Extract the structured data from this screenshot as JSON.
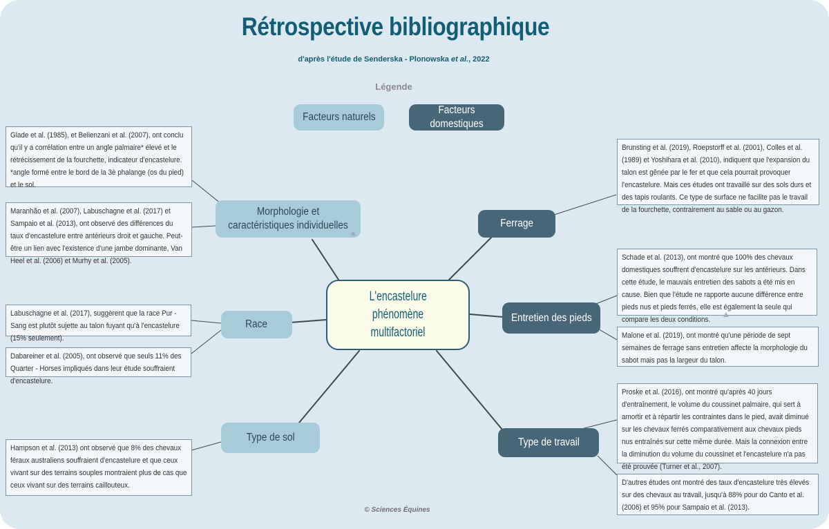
{
  "title": "Rétrospective bibliographique",
  "subtitle": "d'après l'étude de Senderska - Plonowska et al., 2022",
  "legend": {
    "title": "Légende",
    "natural": "Facteurs naturels",
    "domestic": "Facteurs domestiques"
  },
  "center": {
    "line1": "L'encastelure",
    "line2": "phénomène multifactoriel"
  },
  "branches": {
    "morphologie": "Morphologie et caractéristiques individuelles",
    "race": "Race",
    "sol": "Type de sol",
    "ferrage": "Ferrage",
    "entretien": "Entretien des pieds",
    "travail": "Type de travail"
  },
  "notes": {
    "glade": "Glade et al. (1985), et Belienzani et al. (2007), ont conclu qu'il y a corrélation entre un angle palmaire* élevé et le rétrécissement de la fourchette, indicateur d'encastelure. *angle formé entre le bord de la 3è phalange (os du pied) et le sol.",
    "maranhao": "Maranhão et al. (2007), Labuschagne et al. (2017) et Sampaio et al. (2013), ont observé des différences du taux d'encastelure entre antérieurs droit et gauche. Peut-être un lien avec l'existence d'une jambe dominante, Van Heel et al. (2006) et Murhy et al. (2005).",
    "labuschagne": "Labuschagne et al. (2017), suggèrent que la race Pur - Sang est plutôt sujette au talon fuyant qu'à l'encastelure (15% seulement).",
    "dabareiner": "Dabareiner et al. (2005), ont observé que seuls 11% des Quarter - Horses impliqués dans leur étude souffraient d'encastelure.",
    "hampson": "Hampson et al. (2013) ont observé que 8% des chevaux féraux australiens souffraient d'encastelure et que ceux vivant sur des terrains souples montraient plus de cas que ceux vivant sur des terrains caillouteux.",
    "brunsting": "Brunsting et al. (2019), Roepstorff et al. (2001), Colles et al. (1989) et Yoshihara et al. (2010), indiquent que l'expansion du talon est gênée par le fer et que cela pourrait provoquer l'encastelure. Mais ces études ont travaillé sur des sols durs et des tapis roulants. Ce type de surface ne facilite pas le travail de la fourchette, contrairement au sable ou au gazon.",
    "schade": "Schade et al. (2013), ont montré que 100% des chevaux domestiques souffrent d'encastelure sur les antérieurs. Dans cette étude, le mauvais entretien des sabots a été mis en cause. Bien que l'étude ne rapporte aucune différence entre pieds nus et pieds ferrés, elle est également la seule qui compare les deux conditions.",
    "malone": "Malone et al. (2019), ont montré qu'une  période de sept semaines de ferrage sans entretien affecte la morphologie du sabot mais pas la largeur du talon.",
    "proske": "Proske et al. (2016), ont montré qu'après 40 jours d'entraînement, le volume du coussinet palmaire, qui sert à amortir et à répartir les contraintes dans le pied, avait diminué sur les chevaux ferrés comparativement aux chevaux pieds nus entraînés sur cette même durée. Mais la connexion entre la diminution du volume du coussinet et l'encastelure n'a pas été prouvée (Turner et al., 2007).",
    "autres": "D'autres études ont montré des taux d'encastelure très élevés sur des chevaux au travail, jusqu'à 88% pour do Canto et al. (2006) et 95% pour Sampaio et al. (2013)."
  },
  "footer": "© Sciences Équines",
  "colors": {
    "title": "#135e74",
    "natural": "#a8cbd9",
    "domestic": "#476779",
    "center_fill": "#fafbe8",
    "background": "#dce9f1"
  }
}
